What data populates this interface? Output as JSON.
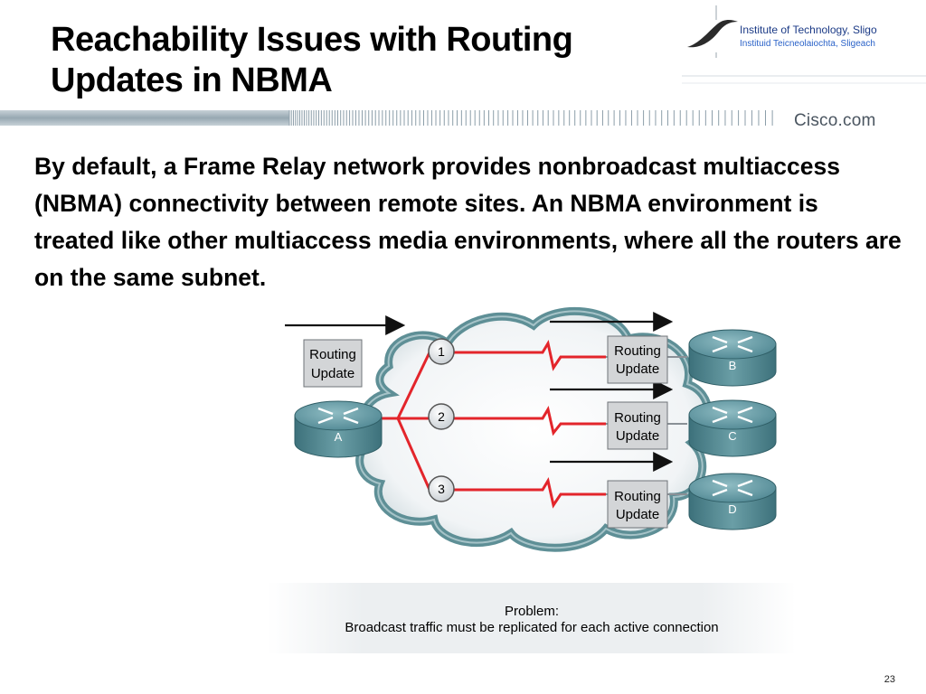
{
  "slide": {
    "title_line1": "Reachability Issues with Routing",
    "title_line2": "Updates in NBMA",
    "body": "By default, a Frame Relay network provides nonbroadcast multiaccess (NBMA) connectivity between remote sites. An NBMA environment is treated like other multiaccess media environments, where all the routers are on the same subnet.",
    "page_number": "23"
  },
  "header": {
    "institute_en": "Institute of Technology, Sligo",
    "institute_ga": "Instituid Teicneolaiochta, Sligeach",
    "cisco_logo": "Cisco.com"
  },
  "diagram": {
    "update_box_label_1": "Routing",
    "update_box_label_2": "Update",
    "router_a": "A",
    "router_b": "B",
    "router_c": "C",
    "router_d": "D",
    "pvc_1": "1",
    "pvc_2": "2",
    "pvc_3": "3"
  },
  "problem": {
    "title": "Problem:",
    "text": "Broadcast traffic must be replicated for each active connection"
  },
  "colors": {
    "link_red": "#e3252b",
    "cloud_teal": "#5e8f96",
    "router_teal": "#4f8690",
    "title_blue": "#1b3a86"
  }
}
